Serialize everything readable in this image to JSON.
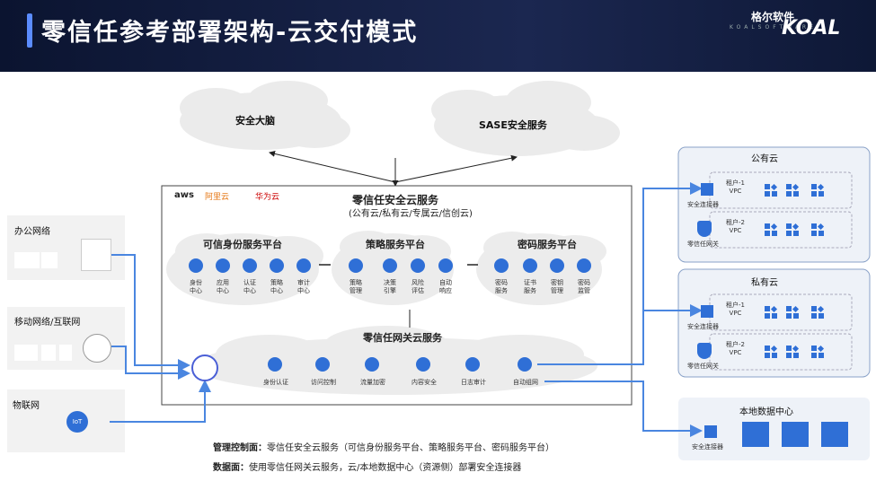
{
  "header": {
    "title": "零信任参考部署架构-云交付模式",
    "brand_cn": "格尔软件",
    "brand_en": "KOALSOFTWARE",
    "brand_logo": "KOAL"
  },
  "clouds": {
    "brain": "安全大脑",
    "sase": "SASE安全服务"
  },
  "center": {
    "vendors": [
      "aws",
      "阿里云",
      "华为云"
    ],
    "title": "零信任安全云服务",
    "subtitle": "(公有云/私有云/专属云/信创云)",
    "platforms": [
      {
        "name": "可信身份服务平台",
        "items": [
          "身份\n中心",
          "应用\n中心",
          "认证\n中心",
          "策略\n中心",
          "审计\n中心"
        ]
      },
      {
        "name": "策略服务平台",
        "items": [
          "策略\n管理",
          "决策\n引擎",
          "风险\n评估",
          "自动\n响应"
        ]
      },
      {
        "name": "密码服务平台",
        "items": [
          "密码\n服务",
          "证书\n服务",
          "密钥\n管理",
          "密码\n监管"
        ]
      }
    ],
    "gateway": {
      "title": "零信任网关云服务",
      "items": [
        "身份认证",
        "访问控制",
        "流量加密",
        "内容安全",
        "日志审计",
        "自动组网"
      ]
    }
  },
  "left": [
    {
      "name": "办公网络"
    },
    {
      "name": "移动网络/互联网"
    },
    {
      "name": "物联网",
      "badge": "IoT"
    }
  ],
  "right": {
    "public": {
      "title": "公有云",
      "t1": "租户-1\nVPC",
      "t2": "租户-2\nVPC",
      "conn": "安全连接器",
      "gw": "零信任网关"
    },
    "private": {
      "title": "私有云",
      "t1": "租户-1\nVPC",
      "t2": "租户-2\nVPC",
      "conn": "安全连接器",
      "gw": "零信任网关"
    },
    "local": {
      "title": "本地数据中心",
      "conn": "安全连接器"
    }
  },
  "notes": [
    {
      "head": "管理控制面：",
      "text": "零信任安全云服务（可信身份服务平台、策略服务平台、密码服务平台）"
    },
    {
      "head": "数据面：",
      "text": "使用零信任网关云服务，云/本地数据中心（资源侧）部署安全连接器"
    }
  ]
}
